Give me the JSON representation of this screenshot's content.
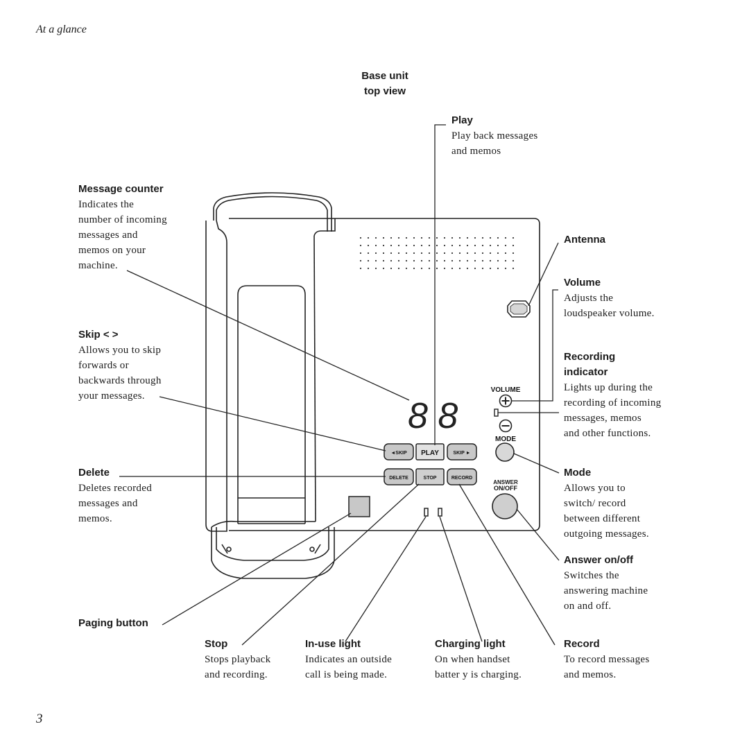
{
  "header": {
    "title": "At a glance"
  },
  "diagram": {
    "title_line1": "Base unit",
    "title_line2": "top view"
  },
  "device": {
    "display_digits": "8 8",
    "buttons": {
      "skip_back": "◄SKIP",
      "play": "PLAY",
      "skip_forward": "SKIP ►",
      "delete": "DELETE",
      "stop": "STOP",
      "record": "RECORD"
    },
    "labels": {
      "volume": "VOLUME",
      "mode": "MODE",
      "answer": "ANSWER",
      "on_off": "ON/OFF"
    }
  },
  "callouts": {
    "play": {
      "title": "Play",
      "desc": "Play back messages\nand memos"
    },
    "message_counter": {
      "title": "Message counter",
      "desc": "Indicates the\nnumber of incoming\nmessages and\nmemos on your\nmachine."
    },
    "skip": {
      "title": "Skip < >",
      "desc": "Allows you to skip\nforwards or\nbackwards through\nyour messages."
    },
    "delete": {
      "title": "Delete",
      "desc": "Deletes recorded\nmessages and\nmemos."
    },
    "paging": {
      "title": "Paging button",
      "desc": ""
    },
    "antenna": {
      "title": "Antenna",
      "desc": ""
    },
    "volume": {
      "title": "Volume",
      "desc": "Adjusts the\nloudspeaker volume."
    },
    "recording_indicator": {
      "title": "Recording\nindicator",
      "desc": "Lights up during the\nrecording of incoming\nmessages, memos\nand other functions."
    },
    "mode": {
      "title": "Mode",
      "desc": "Allows you to\nswitch/ record\nbetween different\noutgoing messages."
    },
    "answer": {
      "title": "Answer on/off",
      "desc": "Switches the\nanswering machine\non and off."
    },
    "stop": {
      "title": "Stop",
      "desc": "Stops playback\nand recording."
    },
    "in_use": {
      "title": "In-use light",
      "desc": "Indicates an outside\ncall is being made."
    },
    "charging": {
      "title": "Charging light",
      "desc": "On when handset\nbatter y is charging."
    },
    "record": {
      "title": "Record",
      "desc": "To record messages\nand memos."
    }
  },
  "footer": {
    "page_number": "3"
  }
}
